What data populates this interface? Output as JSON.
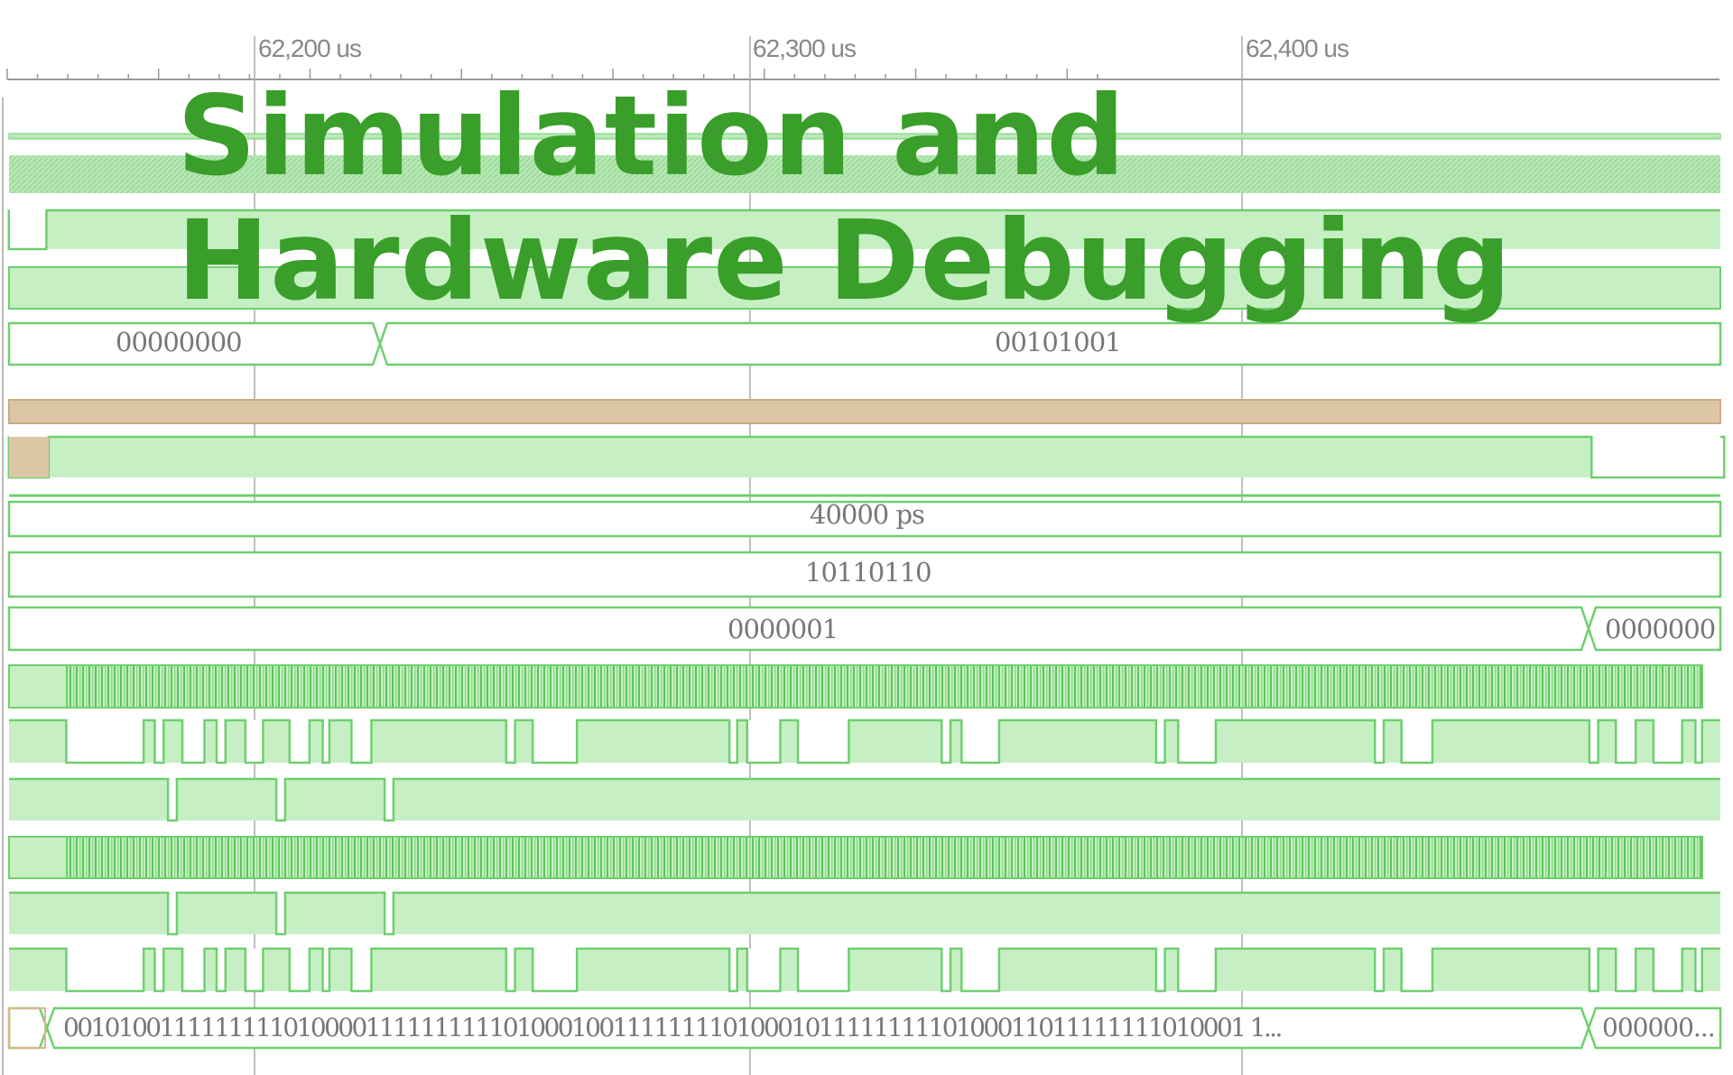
{
  "ruler": {
    "labels": [
      "62,200 us",
      "62,300 us",
      "62,400 us"
    ]
  },
  "title": {
    "line1": "Simulation and",
    "line2": "Hardware Debugging"
  },
  "bus_values": {
    "row5_a": "00000000",
    "row5_b": "00101001",
    "row9": "40000 ps",
    "row10": "10110110",
    "row11_a": "0000001",
    "row11_b": "0000000",
    "row18_a": "00101001111111110100001111111111010001001111111101000101111111110100011011111111010001 1...",
    "row18_b": "000000..."
  },
  "colors": {
    "wave_fill": "#c6f0c4",
    "wave_stroke": "#6fcf6f",
    "title": "#3a9e2a",
    "tan": "#dcc6a6"
  }
}
